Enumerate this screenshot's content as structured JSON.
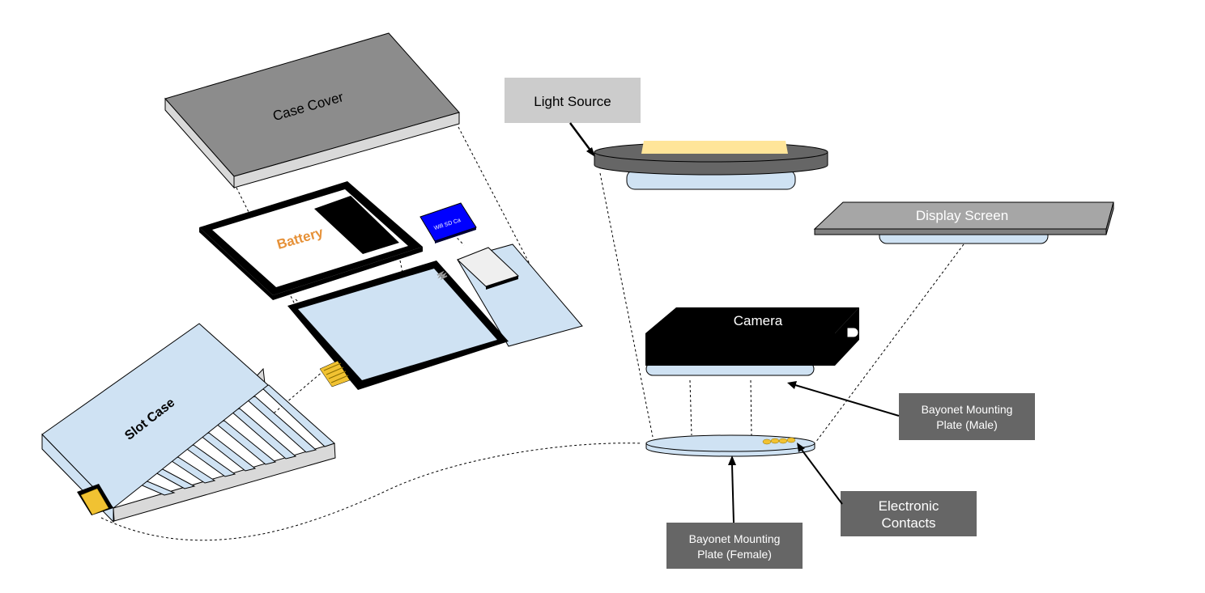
{
  "labels": {
    "case_cover": "Case Cover",
    "battery": "Battery",
    "wifi_sd": "Wifi SD Ca",
    "slot_case": "Slot Case",
    "light_source": "Light Source",
    "display_screen": "Display Screen",
    "camera": "Camera",
    "bayonet_male_line1": "Bayonet Mounting",
    "bayonet_male_line2": "Plate (Male)",
    "electronic_line1": "Electronic",
    "electronic_line2": "Contacts",
    "bayonet_female_line1": "Bayonet Mounting",
    "bayonet_female_line2": "Plate (Female)"
  },
  "colors": {
    "cover_top": "#8c8c8c",
    "cover_side": "#d9d9d9",
    "board_fill": "#cfe2f3",
    "battery_text": "#e69138",
    "sd_card": "#0000ff",
    "callout_dark": "#666666",
    "callout_light": "#cccccc",
    "light_glow": "#ffe599",
    "contacts": "#f1c232"
  }
}
